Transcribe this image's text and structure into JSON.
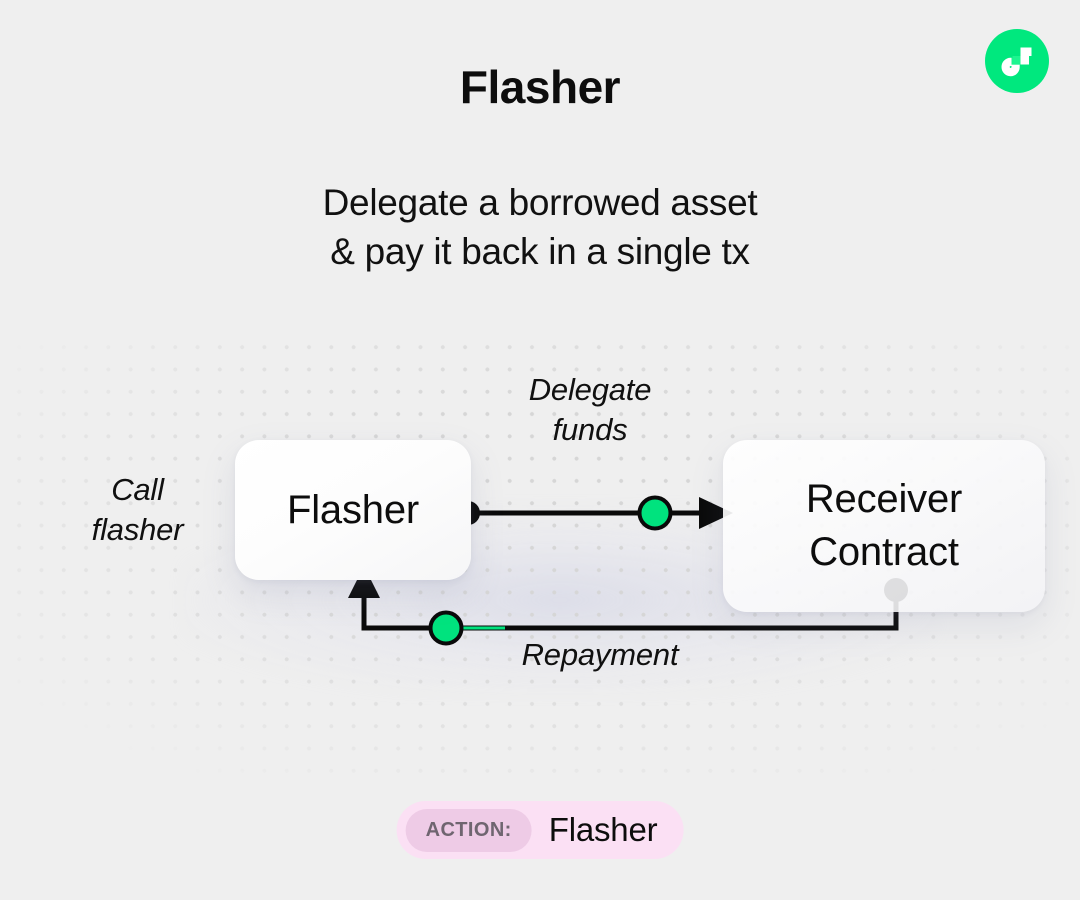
{
  "brand": {
    "logo_icon": "flashstake-f-logo-icon",
    "logo_bg_color": "#00e87e",
    "logo_mark_color": "#ffffff"
  },
  "header": {
    "title": "Flasher",
    "subtitle": "Delegate a borrowed asset\n& pay it back in a single tx"
  },
  "diagram": {
    "nodes": [
      {
        "id": "flasher",
        "label": "Flasher"
      },
      {
        "id": "receiver",
        "label": "Receiver\nContract"
      }
    ],
    "labels": {
      "call_flasher": "Call\nflasher",
      "delegate_funds": "Delegate\nfunds",
      "repayment": "Repayment"
    },
    "colors": {
      "line": "#0a0a0a",
      "node_dot": "#0a0a0a",
      "token_dot": "#00e37e",
      "background": "#efefef",
      "grid_dot": "#d6d6d6"
    }
  },
  "action_badge": {
    "key": "ACTION:",
    "value": "Flasher",
    "bg_color": "#fbe0f4",
    "key_bg_color": "#eecbe6"
  }
}
